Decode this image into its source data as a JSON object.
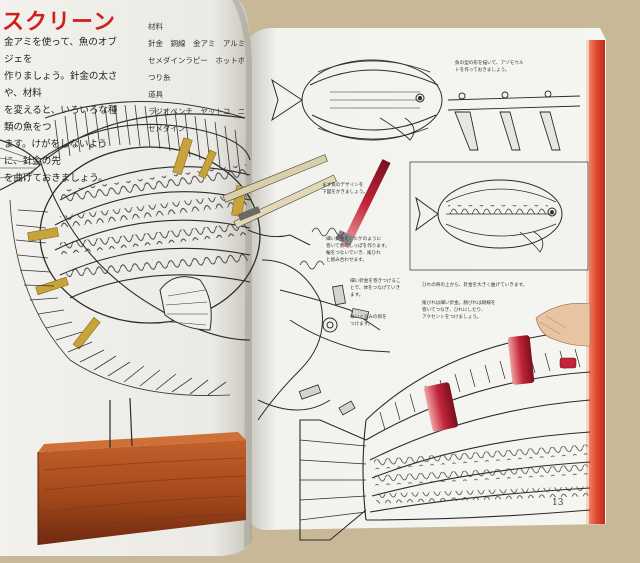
{
  "left_page": {
    "title": "スクリーン",
    "body_lines": [
      "金アミを使って、魚のオブジェを",
      "作りましょう。針金の太さや、材料",
      "を変えると、いろいろな種類の魚をつ",
      "ます。けがをしないように、針金の先",
      "を曲げておきましょう。"
    ],
    "materials_lines": [
      "材料",
      "針金　銅線　金アミ　アルミ",
      "セメダインラピー　ホットボ",
      "つり糸",
      "道具",
      "ラジオペンチ　ヤットコ　ニッ",
      "セメダイン"
    ]
  },
  "right_page": {
    "page_number": "13",
    "captions": [
      "魚の型の形を描いて、アゾモウル\nトを作っておきましょう。",
      "まず魚のデザインを\n下図をかきましょう。",
      "細い針金を、ヒゲのように\n巻いて魚のしっぽを作ります。\n輪をつないでいき、尾ひれ\nと組み合わせます。",
      "細い針金を巻きつけるこ\nとで、体をつなげていき\nます。",
      "ぬいぐるみの目を\nつけます。",
      "ひれの骨の上から、針金を大きく曲げていきます。",
      "尾びれは細い針金。胴びれは銅線を\n巻いてつなぎ、ひれにしたり、\nアクセントをつけましょう。"
    ]
  },
  "colors": {
    "accent_red": "#d0201c",
    "paper": "#f3f2ee",
    "wire": "#2b2b2b",
    "wood": "#a3471c"
  }
}
